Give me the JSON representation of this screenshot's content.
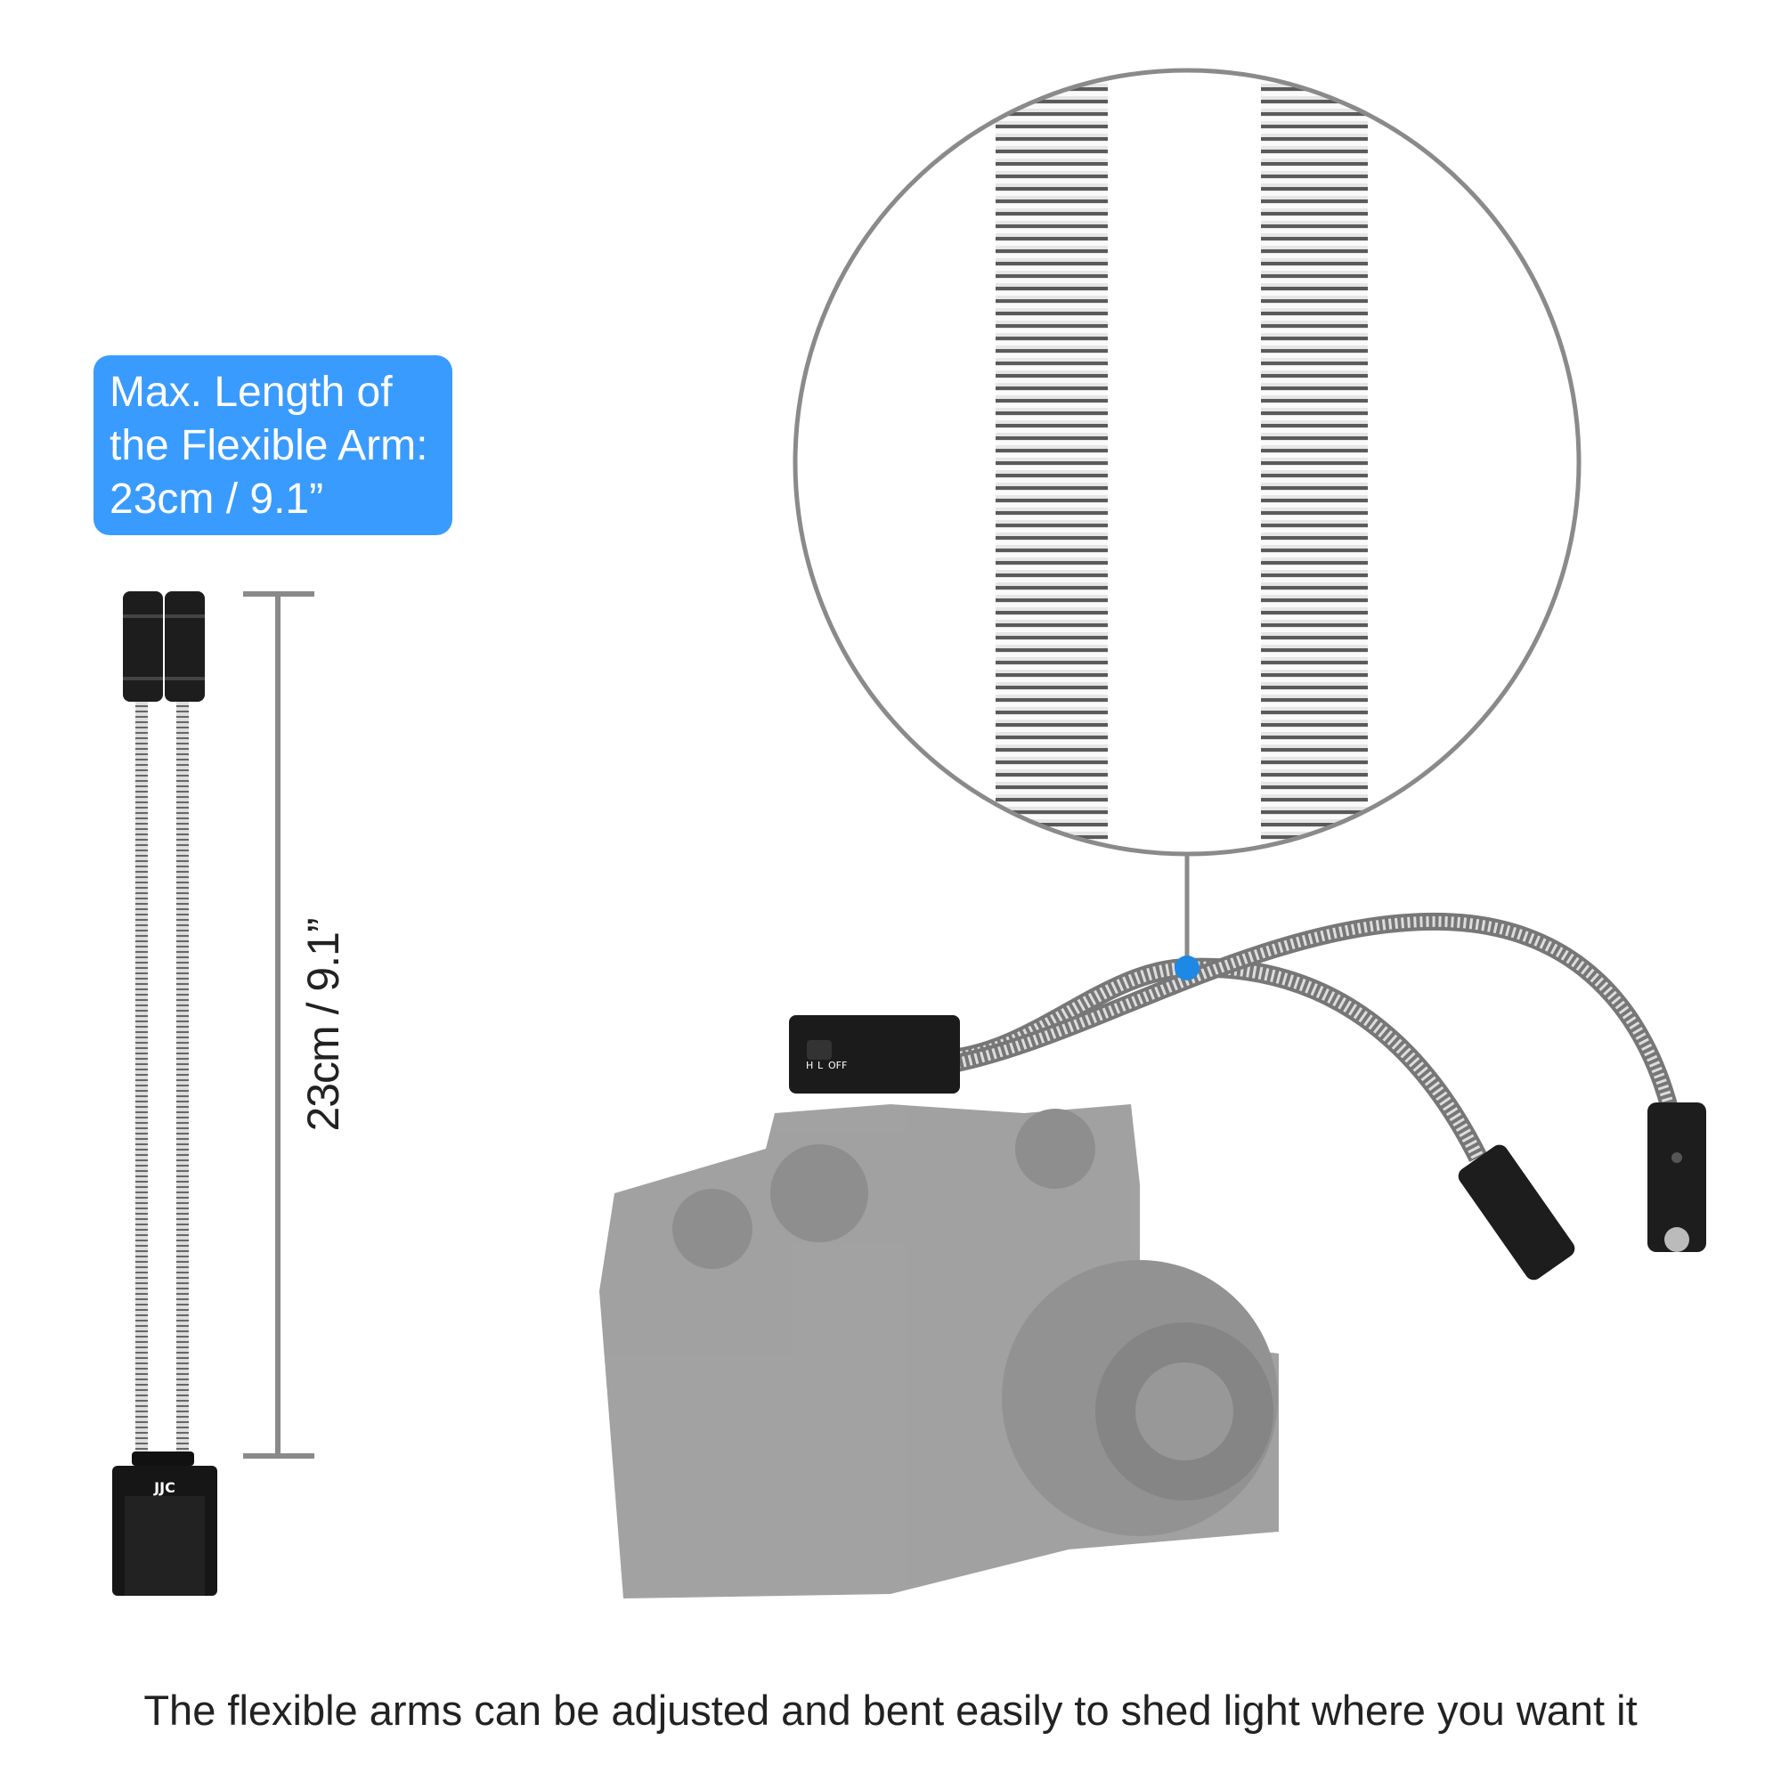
{
  "callout": {
    "lines": [
      "Max. Length of",
      "the Flexible Arm:",
      "23cm / 9.1”"
    ]
  },
  "dimension": {
    "label": "23cm / 9.1”"
  },
  "caption": "The flexible arms can be adjusted and bent easily to shed light where you want it",
  "product": {
    "logo": "JJC",
    "switch_labels": [
      "H",
      "L",
      "OFF"
    ]
  },
  "colors": {
    "callout_bg": "#3a9bff",
    "accent_dot": "#1e88e5",
    "dimension_line": "#8a8a8a",
    "circle_stroke": "#8a8a8a"
  }
}
